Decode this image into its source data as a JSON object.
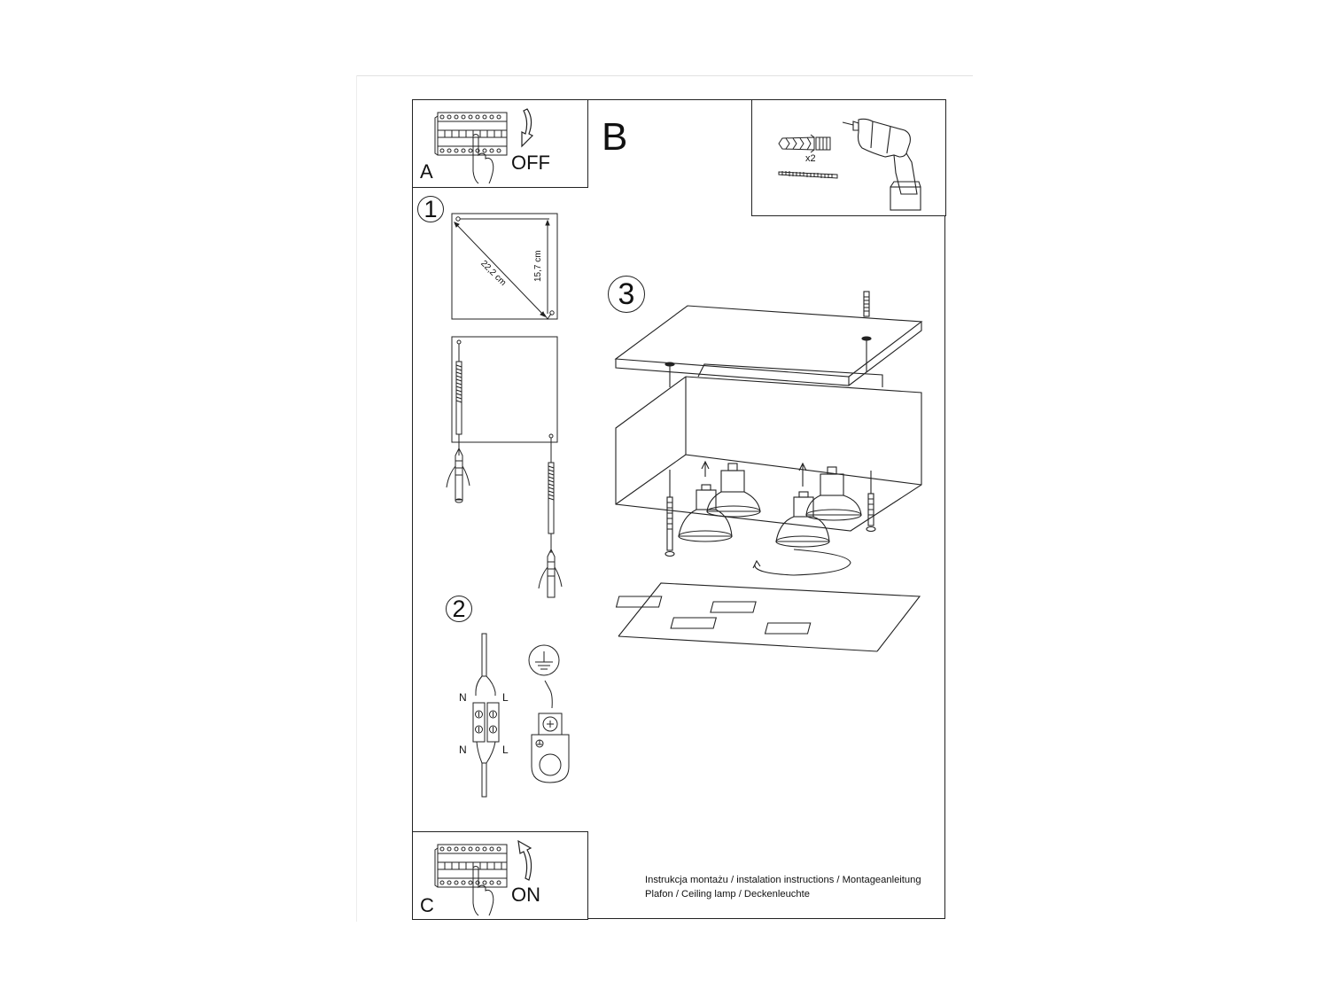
{
  "document": {
    "type": "installation-instructions-sheet"
  },
  "panels": {
    "A": {
      "letter": "A",
      "state": "OFF",
      "icon": "circuit-breaker-icon",
      "arrow": "arrow-down-icon"
    },
    "B": {
      "letter": "B",
      "tools": {
        "quantity_label": "x2",
        "items": [
          "wall-plug-icon",
          "screw-icon",
          "power-drill-icon"
        ]
      }
    },
    "C": {
      "letter": "C",
      "state": "ON",
      "icon": "circuit-breaker-icon",
      "arrow": "arrow-up-icon"
    }
  },
  "steps": [
    {
      "number": "1",
      "title": "drill-holes",
      "measurements": {
        "diagonal": "22,2 cm",
        "vertical": "15,7 cm"
      }
    },
    {
      "number": "2",
      "title": "wiring",
      "labels": {
        "neutral_top": "N",
        "live_top": "L",
        "neutral_bottom": "N",
        "live_bottom": "L"
      }
    },
    {
      "number": "3",
      "title": "assemble-lamp",
      "bulbs": 4
    }
  ],
  "footer": {
    "line1": "Instrukcja montażu / instalation instructions / Montageanleitung",
    "line2": "Plafon / Ceiling lamp / Deckenleuchte"
  },
  "colors": {
    "line": "#222222",
    "page_edge": "#e2e2e2",
    "background": "#ffffff"
  }
}
